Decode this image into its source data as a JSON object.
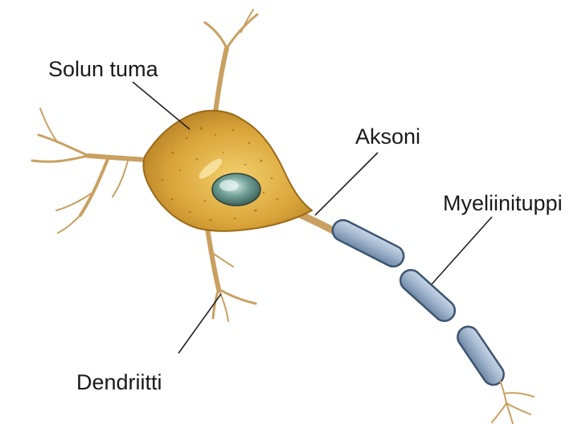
{
  "labels": {
    "nucleus": "Solun tuma",
    "axon": "Aksoni",
    "myelin": "Myeliinituppi",
    "dendrite": "Dendriitti"
  },
  "colors": {
    "soma_fill": "#d9a53a",
    "soma_edge": "#9a6a18",
    "dendrite": "#c9a060",
    "myelin_fill": "#9fb4cc",
    "myelin_edge": "#3d5570",
    "nucleus_fill": "#5f8f86",
    "leader_line": "#222222"
  }
}
